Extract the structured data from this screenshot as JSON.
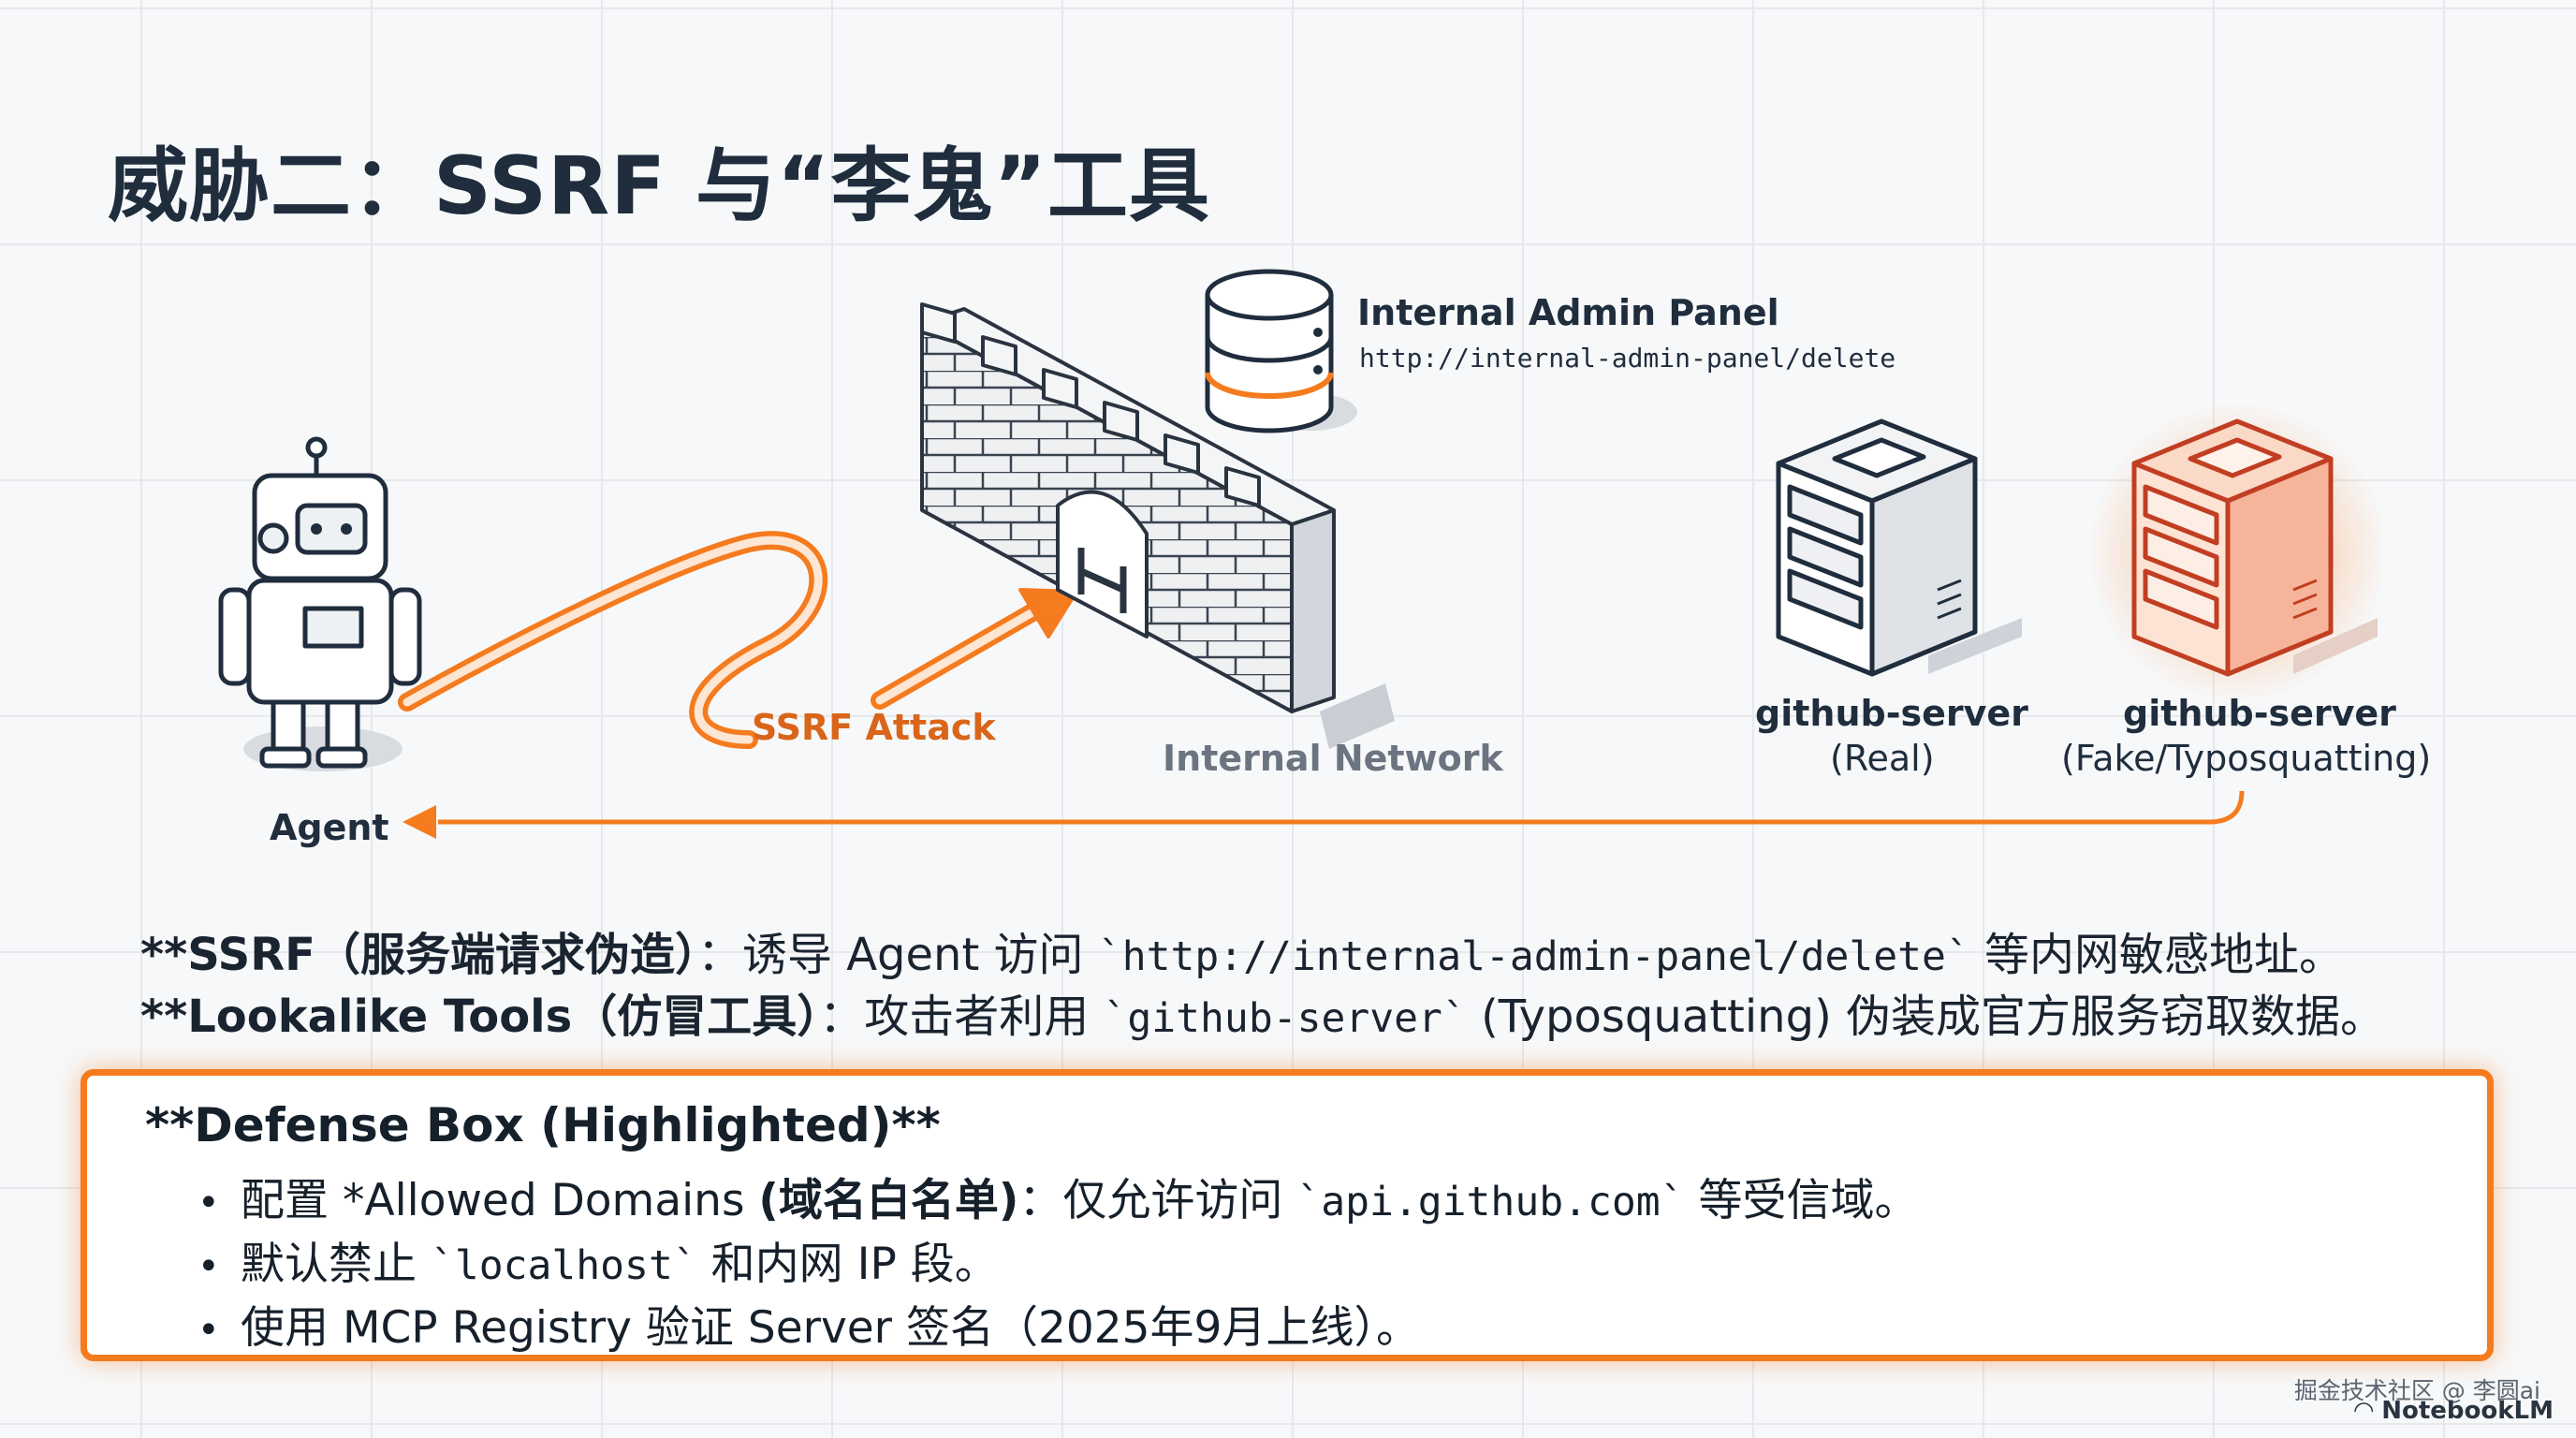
{
  "title": "威胁二：SSRF 与“李鬼”工具",
  "diagram": {
    "agent_label": "Agent",
    "ssrf_attack_label": "SSRF Attack",
    "internal_network_label": "Internal Network",
    "admin_panel_title": "Internal Admin Panel",
    "admin_panel_url": "http://internal-admin-panel/delete",
    "real_server_name": "github-server",
    "real_server_tag": "(Real)",
    "fake_server_name": "github-server",
    "fake_server_tag": "(Fake/Typosquatting)",
    "colors": {
      "accent": "#f57b1f",
      "fake_server": "#f2794e",
      "ink": "#1f2d3d"
    }
  },
  "descriptions": {
    "ssrf": {
      "prefix": "**SSRF（服务端请求伪造）",
      "colon": "：诱导 Agent 访问 ",
      "code": "`http://internal-admin-panel/delete`",
      "suffix": " 等内网敏感地址。"
    },
    "lookalike": {
      "prefix": "**Lookalike Tools（仿冒工具）",
      "colon": "：攻击者利用 ",
      "code": "`github-server`",
      "suffix": " (Typosquatting) 伪装成官方服务窃取数据。"
    }
  },
  "defense": {
    "title": "**Defense Box (Highlighted)**",
    "bullet_char": "•",
    "b1": {
      "pre": "配置 *Allowed Domains ",
      "bold": "(域名白名单)",
      "mid": "：仅允许访问 ",
      "code": "`api.github.com`",
      "post": " 等受信域。"
    },
    "b2": {
      "pre": "默认禁止 ",
      "code": "`localhost`",
      "post": " 和内网 IP 段。"
    },
    "b3": {
      "text": "使用 MCP Registry 验证 Server 签名（2025年9月上线）。"
    }
  },
  "watermark": {
    "source": "掘金技术社区 @ 李圆ai",
    "brand": "NotebookLM"
  }
}
